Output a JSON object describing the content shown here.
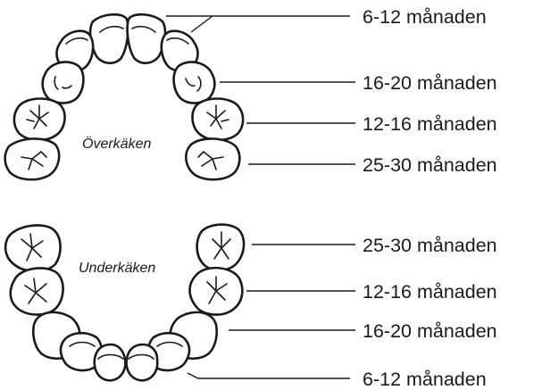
{
  "upper_jaw": {
    "title": "Överkäken",
    "labels": [
      "6-12 månaden",
      "16-20 månaden",
      "12-16 månaden",
      "25-30 månaden"
    ]
  },
  "lower_jaw": {
    "title": "Underkäken",
    "labels": [
      "25-30 månaden",
      "12-16 månaden",
      "16-20 månaden",
      "6-12 månaden"
    ]
  }
}
